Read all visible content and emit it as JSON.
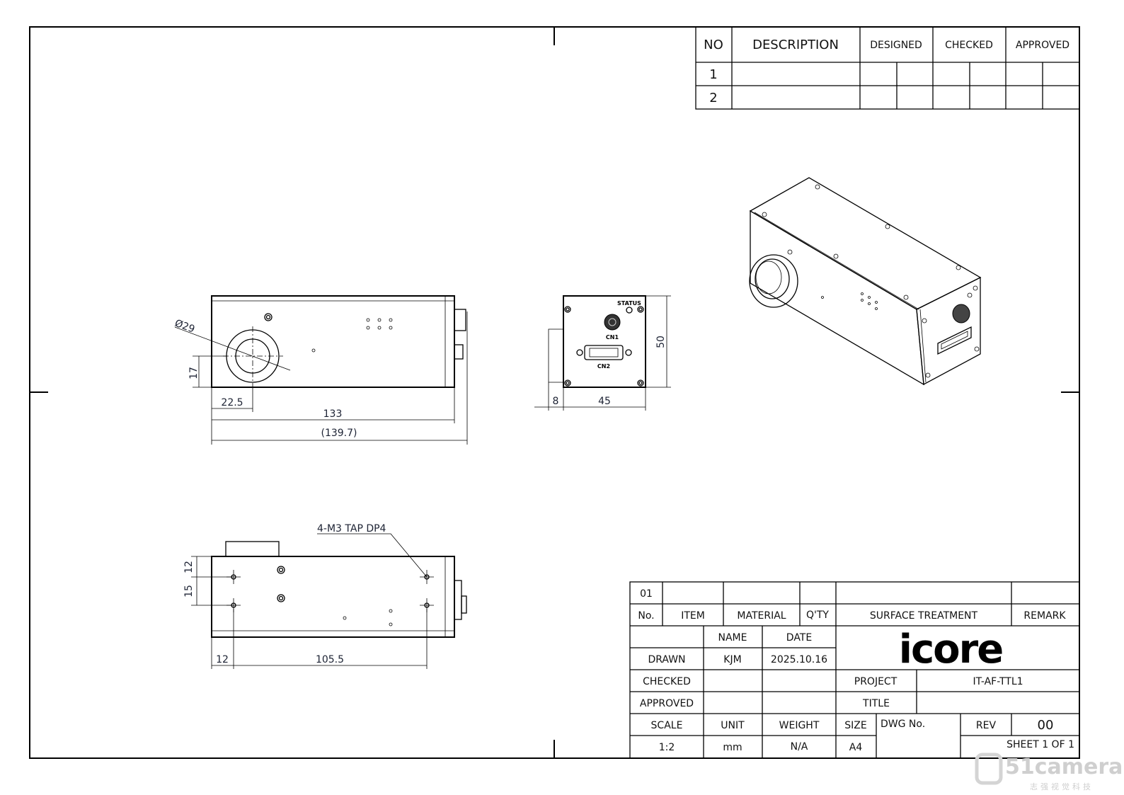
{
  "revision_table": {
    "headers": {
      "no": "NO",
      "description": "DESCRIPTION",
      "designed": "DESIGNED",
      "checked": "CHECKED",
      "approved": "APPROVED"
    },
    "rows": [
      "1",
      "2"
    ]
  },
  "views": {
    "front": {
      "dia": "Ø29",
      "height_17": "17",
      "offset_22_5": "22.5",
      "length_133": "133",
      "overall_139_7": "(139.7)"
    },
    "end": {
      "status": "STATUS",
      "cn1": "CN1",
      "cn2": "CN2",
      "height_50": "50",
      "depth_8": "8",
      "width_45": "45"
    },
    "bottom": {
      "tap_note": "4-M3 TAP DP4",
      "v12": "12",
      "v15": "15",
      "h12": "12",
      "h105_5": "105.5"
    }
  },
  "title_block": {
    "bom_row": {
      "no": "01"
    },
    "bom_headers": {
      "no": "No.",
      "item": "ITEM",
      "material": "MATERIAL",
      "qty": "Q'TY",
      "surface": "SURFACE TREATMENT",
      "remark": "REMARK"
    },
    "name_label": "NAME",
    "date_label": "DATE",
    "drawn_label": "DRAWN",
    "drawn_name": "KJM",
    "drawn_date": "2025.10.16",
    "checked_label": "CHECKED",
    "approved_label": "APPROVED",
    "logo": "icore",
    "project_label": "PROJECT",
    "project_value": "IT-AF-TTL1",
    "title_label": "TITLE",
    "scale_label": "SCALE",
    "scale_value": "1:2",
    "unit_label": "UNIT",
    "unit_value": "mm",
    "weight_label": "WEIGHT",
    "weight_value": "N/A",
    "size_label": "SIZE",
    "size_value": "A4",
    "dwg_label": "DWG No.",
    "rev_label": "REV",
    "rev_value": "00",
    "sheet": "SHEET 1 OF 1"
  },
  "watermark": {
    "brand": "51camera",
    "sub": "志强视觉科技"
  }
}
